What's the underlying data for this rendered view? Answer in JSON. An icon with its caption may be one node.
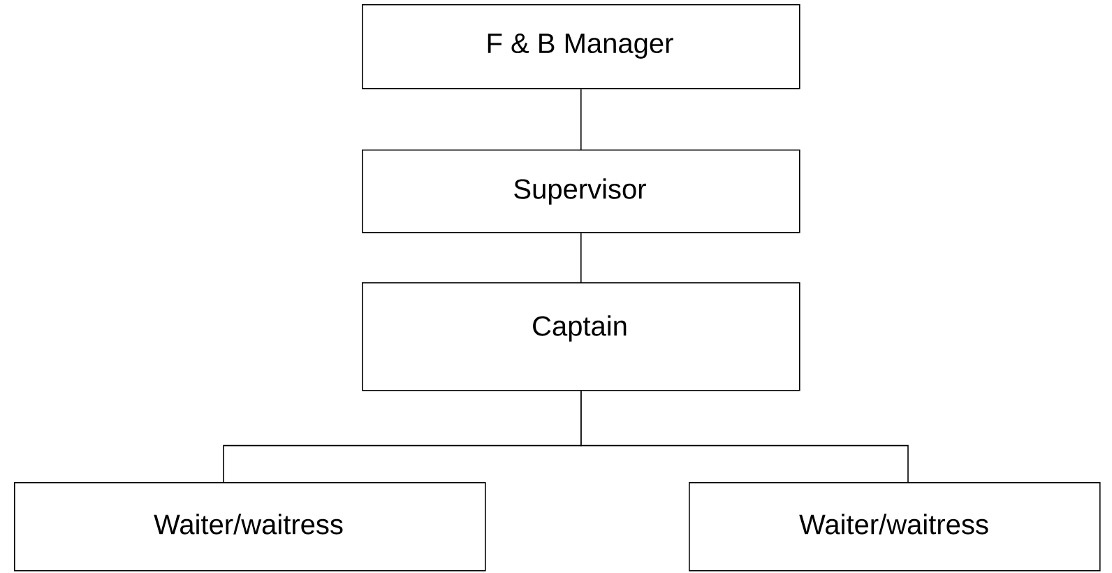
{
  "diagram": {
    "nodes": [
      {
        "text": [
          "F & B Manager"
        ]
      },
      {
        "text": [
          "Supervisor"
        ]
      },
      {
        "text": [
          "Captain"
        ]
      },
      {
        "text": [
          "Waiter/waitress"
        ]
      },
      {
        "text": [
          "Waiter/waitress"
        ]
      }
    ],
    "edges": [
      {
        "from": 0,
        "to": 1,
        "arrow": "none"
      },
      {
        "from": 1,
        "to": 2,
        "arrow": "none"
      },
      {
        "from": 2,
        "to": 3,
        "arrow": "none"
      },
      {
        "from": 2,
        "to": 4,
        "arrow": "none"
      }
    ]
  }
}
